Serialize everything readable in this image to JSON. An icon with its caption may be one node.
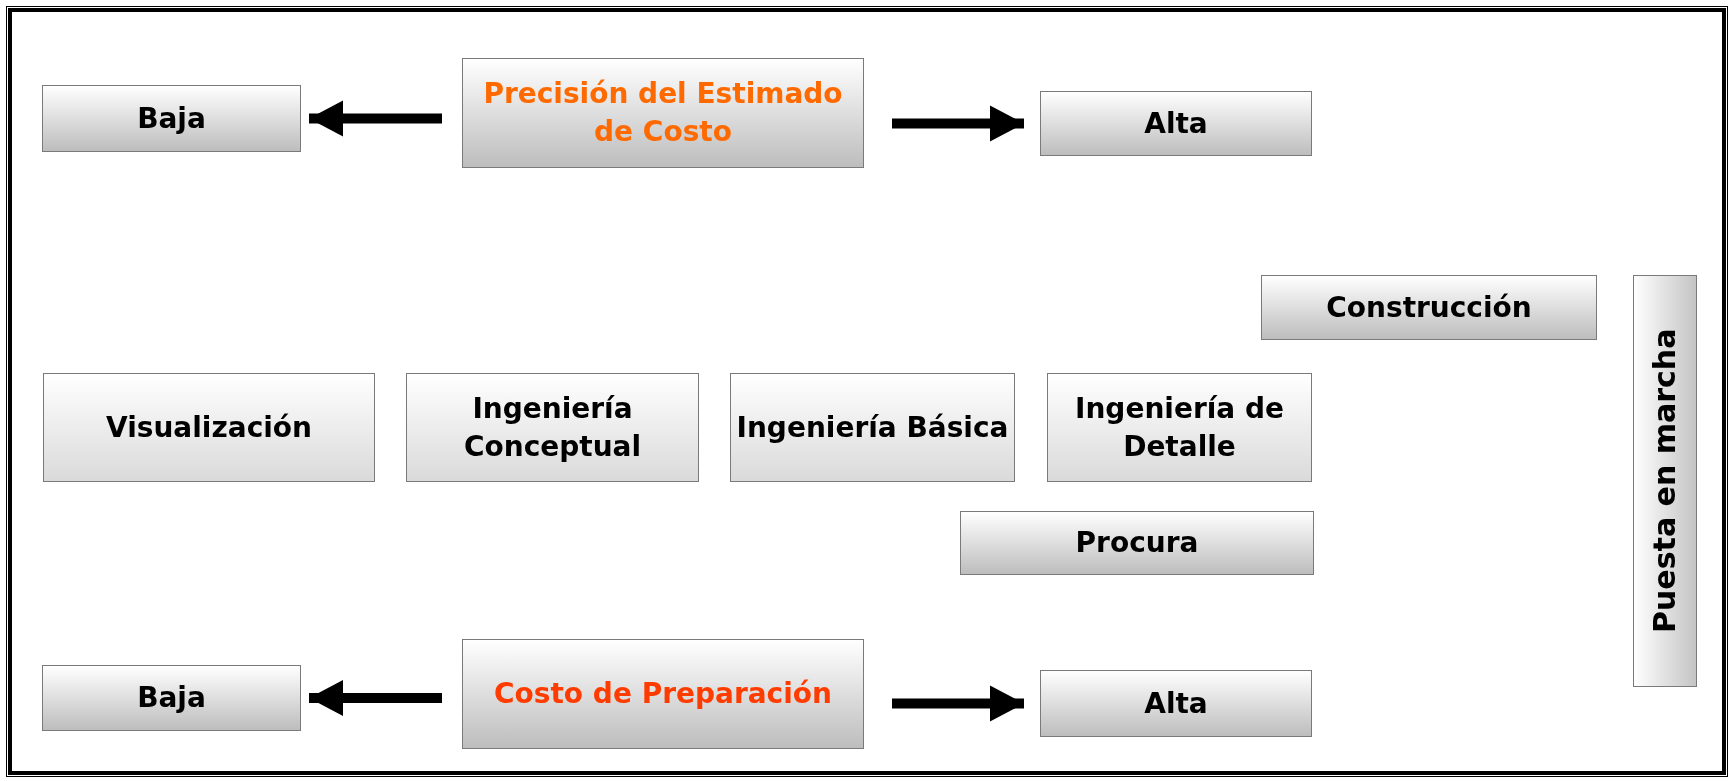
{
  "diagram": {
    "nodes": [
      {
        "text": [
          "Baja"
        ]
      },
      {
        "text": [
          "Precisión del Estimado de Costo"
        ]
      },
      {
        "text": [
          "Alta"
        ]
      },
      {
        "text": [
          "Construcción"
        ]
      },
      {
        "text": [
          "Puesta en marcha"
        ]
      },
      {
        "text": [
          "Visualización"
        ]
      },
      {
        "text": [
          "Ingeniería Conceptual"
        ]
      },
      {
        "text": [
          "Ingeniería Básica"
        ]
      },
      {
        "text": [
          "Ingeniería de Detalle"
        ]
      },
      {
        "text": [
          "Procura"
        ]
      },
      {
        "text": [
          "Baja"
        ]
      },
      {
        "text": [
          "Costo de Preparación"
        ]
      },
      {
        "text": [
          "Alta"
        ]
      }
    ],
    "edges": [
      {
        "from": 1,
        "to": 0,
        "arrow": "to"
      },
      {
        "from": 1,
        "to": 2,
        "arrow": "to"
      },
      {
        "from": 11,
        "to": 10,
        "arrow": "to"
      },
      {
        "from": 11,
        "to": 12,
        "arrow": "to"
      }
    ]
  }
}
